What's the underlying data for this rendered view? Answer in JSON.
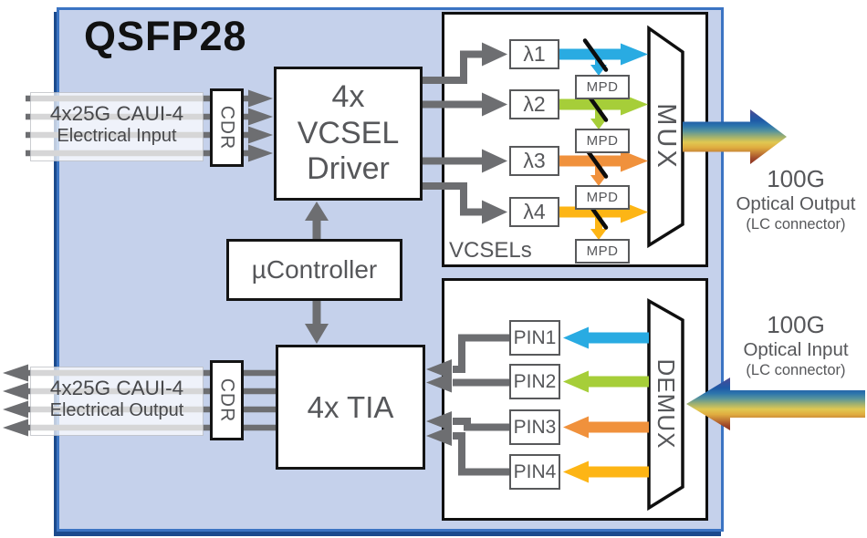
{
  "title": "QSFP28",
  "colors": {
    "module_fill": "#C5D1EB",
    "module_border": "#3B74C3",
    "module_shadow": "#1B4A8D",
    "panel_border": "#101010",
    "wire": "#6D6E71",
    "text": "#56575A",
    "title_text": "#111111",
    "splitter": "#0D0D0D",
    "lane1": "#29ABE2",
    "lane2": "#A6CE39",
    "lane3": "#F0913C",
    "lane4": "#FDB515",
    "rainbow": [
      "#5A4E8C",
      "#33519F",
      "#1F5AA6",
      "#2C74AC",
      "#58949B",
      "#9FB070",
      "#E0C852",
      "#E0AC3F",
      "#C27B35",
      "#A04A2B",
      "#8C3120"
    ]
  },
  "blocks": {
    "cdr": "CDR",
    "vcsel_driver": {
      "line1": "4x",
      "line2": "VCSEL",
      "line3": "Driver"
    },
    "ucontroller": "µController",
    "tia": "4x TIA",
    "mux": "MUX",
    "demux": "DEMUX",
    "vcsels_label": "VCSELs",
    "mpd": "MPD"
  },
  "lambdas": [
    "λ1",
    "λ2",
    "λ3",
    "λ4"
  ],
  "pins": [
    "PIN1",
    "PIN2",
    "PIN3",
    "PIN4"
  ],
  "io_labels": {
    "electrical_input": {
      "line1": "4x25G CAUI-4",
      "line2": "Electrical Input"
    },
    "electrical_output": {
      "line1": "4x25G CAUI-4",
      "line2": "Electrical Output"
    },
    "optical_output": {
      "line1": "100G",
      "line2": "Optical Output",
      "line3": "(LC connector)"
    },
    "optical_input": {
      "line1": "100G",
      "line2": "Optical Input",
      "line3": "(LC connector)"
    }
  }
}
